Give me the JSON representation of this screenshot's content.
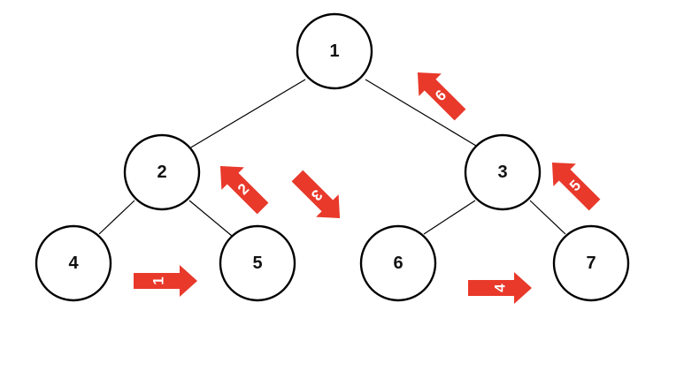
{
  "diagram": {
    "nodes": [
      {
        "id": "1",
        "label": "1"
      },
      {
        "id": "2",
        "label": "2"
      },
      {
        "id": "3",
        "label": "3"
      },
      {
        "id": "4",
        "label": "4"
      },
      {
        "id": "5",
        "label": "5"
      },
      {
        "id": "6",
        "label": "6"
      },
      {
        "id": "7",
        "label": "7"
      }
    ],
    "edges": [
      {
        "from": "1",
        "to": "2"
      },
      {
        "from": "1",
        "to": "3"
      },
      {
        "from": "2",
        "to": "4"
      },
      {
        "from": "2",
        "to": "5"
      },
      {
        "from": "3",
        "to": "6"
      },
      {
        "from": "3",
        "to": "7"
      }
    ],
    "arrows": [
      {
        "label": "1",
        "from": "4",
        "to": "5"
      },
      {
        "label": "2",
        "from": "5",
        "to": "2"
      },
      {
        "label": "3",
        "from": "2",
        "to": "6"
      },
      {
        "label": "4",
        "from": "6",
        "to": "7"
      },
      {
        "label": "5",
        "from": "7",
        "to": "3"
      },
      {
        "label": "6",
        "from": "3",
        "to": "1"
      }
    ],
    "colors": {
      "arrow": "#e8392b",
      "node_stroke": "#000000",
      "node_fill": "#ffffff",
      "edge": "#000000"
    }
  }
}
